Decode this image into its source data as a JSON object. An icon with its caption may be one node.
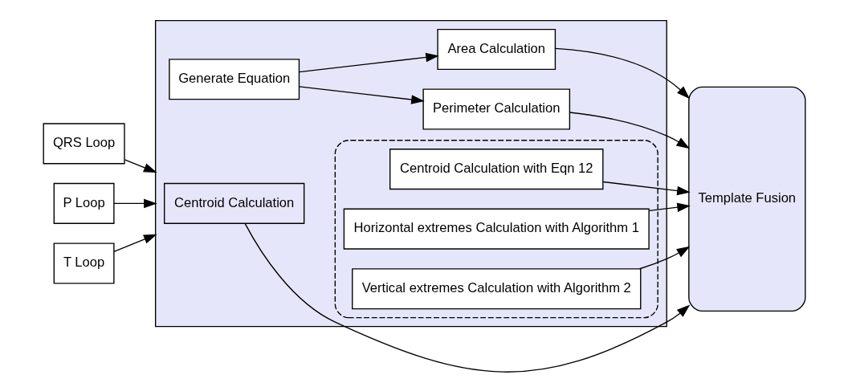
{
  "diagram": {
    "nodes": [
      {
        "text": [
          "QRS Loop"
        ]
      },
      {
        "text": [
          "P Loop"
        ]
      },
      {
        "text": [
          "T Loop"
        ]
      },
      {
        "text": [],
        "shape": "box"
      },
      {
        "text": [
          "Centroid Calculation"
        ],
        "in": 3
      },
      {
        "text": [
          "Generate Equation"
        ],
        "in": 3
      },
      {
        "text": [
          "Area Calculation"
        ],
        "in": 3
      },
      {
        "text": [
          "Perimeter Calculation"
        ],
        "in": 3
      },
      {
        "text": [],
        "shape": "box",
        "in": 3
      },
      {
        "text": [
          "Centroid Calculation with Eqn 12"
        ],
        "in": 8
      },
      {
        "text": [
          "Horizontal extremes Calculation with Algorithm 1"
        ],
        "in": 8
      },
      {
        "text": [
          "Vertical extremes Calculation with Algorithm 2"
        ],
        "in": 8
      },
      {
        "text": [
          "Template Fusion"
        ]
      }
    ],
    "edges": [
      {
        "from": 0,
        "to": 3,
        "arrow": "to"
      },
      {
        "from": 1,
        "to": 3,
        "arrow": "to"
      },
      {
        "from": 2,
        "to": 3,
        "arrow": "to"
      },
      {
        "from": 4,
        "to": 12,
        "arrow": "to"
      },
      {
        "from": 5,
        "to": 6,
        "arrow": "to"
      },
      {
        "from": 5,
        "to": 7,
        "arrow": "to"
      },
      {
        "from": 6,
        "to": 12,
        "arrow": "to"
      },
      {
        "from": 7,
        "to": 12,
        "arrow": "to"
      },
      {
        "from": 9,
        "to": 12,
        "arrow": "to"
      },
      {
        "from": 10,
        "to": 12,
        "arrow": "to"
      },
      {
        "from": 11,
        "to": 12,
        "arrow": "to"
      }
    ]
  }
}
